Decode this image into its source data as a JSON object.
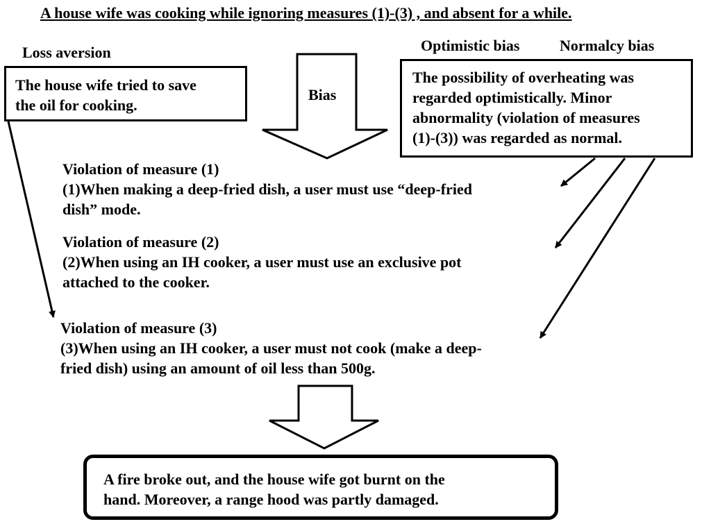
{
  "title": "A house wife was cooking while ignoring measures (1)-(3) , and absent for a while.",
  "labels": {
    "loss_aversion": "Loss aversion",
    "optimistic_bias": "Optimistic bias",
    "normalcy_bias": "Normalcy bias",
    "bias": "Bias"
  },
  "loss_box": {
    "lines": [
      "The house wife tried to save",
      "the oil for cooking."
    ]
  },
  "bias_box": {
    "lines": [
      "The possibility of overheating was",
      "regarded optimistically. Minor",
      "abnormality (violation of measures",
      "(1)-(3)) was regarded as normal."
    ]
  },
  "violations": [
    {
      "heading": "Violation of measure (1)",
      "lines": [
        "(1)When making a deep-fried dish, a user must use “deep-fried",
        "dish” mode."
      ]
    },
    {
      "heading": "Violation of measure (2)",
      "lines": [
        "(2)When using an IH cooker, a user must use an exclusive pot",
        "attached to the cooker."
      ]
    },
    {
      "heading": "Violation of measure (3)",
      "lines": [
        "(3)When using an IH cooker, a user must not cook (make a deep-",
        "fried dish) using an amount of oil less than 500g."
      ]
    }
  ],
  "result_box": {
    "lines": [
      "A fire broke out, and the house wife  got burnt on the",
      "hand. Moreover,  a range hood was  partly damaged."
    ]
  }
}
